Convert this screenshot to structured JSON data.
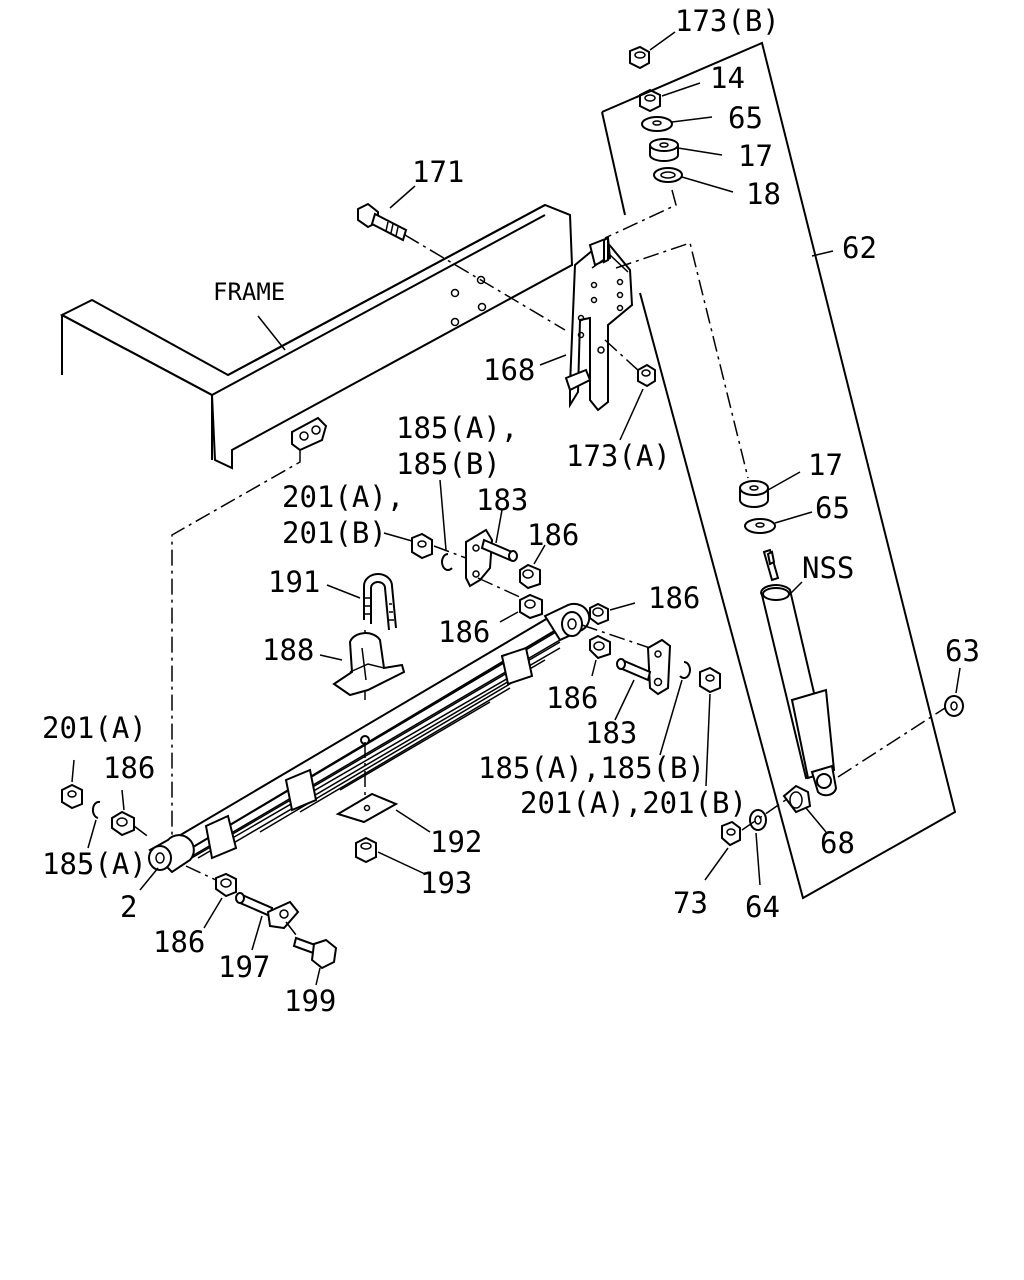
{
  "diagram": {
    "labels": {
      "frame": "FRAME",
      "l171": "171",
      "l168": "168",
      "l173a": "173(A)",
      "l173b": "173(B)",
      "l14": "14",
      "l65a": "65",
      "l17a": "17",
      "l18": "18",
      "l62": "62",
      "l17b": "17",
      "l65b": "65",
      "lnss": "NSS",
      "l63": "63",
      "l68": "68",
      "l64": "64",
      "l73": "73",
      "l185ab_top_1": "185(A),",
      "l185ab_top_2": "185(B)",
      "l201ab_top_1": "201(A),",
      "l201ab_top_2": "201(B)",
      "l183a": "183",
      "l186a": "186",
      "l186b": "186",
      "l191": "191",
      "l186c": "186",
      "l188": "188",
      "l186d": "186",
      "l183b": "183",
      "l185ab_mid": "185(A),185(B)",
      "l201ab_mid": "201(A),201(B)",
      "l201a_left": "201(A)",
      "l186e": "186",
      "l185a_left": "185(A)",
      "l2": "2",
      "l186f": "186",
      "l197": "197",
      "l199": "199",
      "l192": "192",
      "l193": "193"
    }
  }
}
